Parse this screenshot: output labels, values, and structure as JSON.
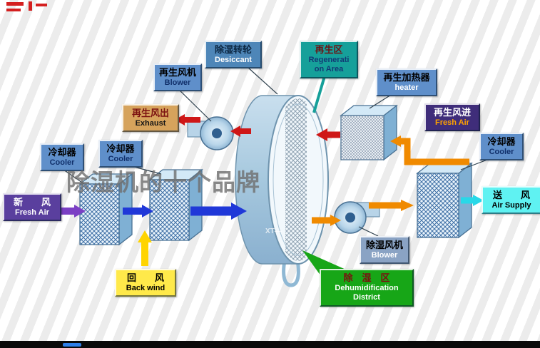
{
  "watermark": {
    "main": "除湿机的十个品牌",
    "wheel": "XT—"
  },
  "labels": {
    "desiccant": {
      "zh": "除湿转轮",
      "en": "Desiccant"
    },
    "regen_area": {
      "zh": "再生区",
      "en1": "Regenerati",
      "en2": "on Area"
    },
    "regen_blower": {
      "zh": "再生风机",
      "en": "Blower"
    },
    "heater": {
      "zh": "再生加热器",
      "en": "heater"
    },
    "exhaust": {
      "zh": "再生风出",
      "en": "Exhaust"
    },
    "regen_fresh": {
      "zh": "再生风进",
      "en": "Fresh Air"
    },
    "cooler_1": {
      "zh": "冷却器",
      "en": "Cooler"
    },
    "cooler_2": {
      "zh": "冷却器",
      "en": "Cooler"
    },
    "cooler_r": {
      "zh": "冷却器",
      "en": "Cooler"
    },
    "fresh_air": {
      "zh": "新　　风",
      "en": "Fresh Air"
    },
    "air_supply": {
      "zh": "送　　风",
      "en": "Air Supply"
    },
    "back_wind": {
      "zh": "回　　风",
      "en": "Back wind"
    },
    "dehumid_blower": {
      "zh": "除湿风机",
      "en": "Blower"
    },
    "dehumid_area": {
      "zh": "除　湿　区",
      "en": "Dehumidification District"
    }
  },
  "colors": {
    "process_air_blue": "#2038d8",
    "fresh_air_purple": "#7b3fc4",
    "return_air_yellow": "#ffd400",
    "process_out_orange": "#f08a00",
    "regen_air_red": "#cf1717",
    "supply_air_cyan": "#29d8e8",
    "regen_area_teal": "#16a09a",
    "dehumid_area_green": "#17a617"
  }
}
